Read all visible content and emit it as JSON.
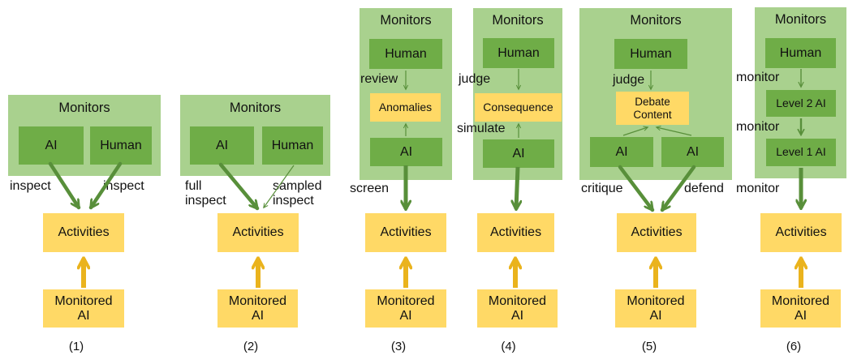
{
  "colors": {
    "panel_bg": "#a9d18e",
    "box_green": "#6fad47",
    "box_yellow": "#ffd966",
    "arrow_green": "#588f3a",
    "arrow_yellow": "#eab31d",
    "text": "#111111"
  },
  "panels": [
    {
      "caption": "(1)",
      "monitors": "Monitors",
      "ai": "AI",
      "human": "Human",
      "activities": "Activities",
      "monitored_ai": "Monitored AI",
      "label_left": "inspect",
      "label_right": "inspect"
    },
    {
      "caption": "(2)",
      "monitors": "Monitors",
      "ai": "AI",
      "human": "Human",
      "activities": "Activities",
      "monitored_ai": "Monitored AI",
      "label_left": "full inspect",
      "label_right": "sampled inspect"
    },
    {
      "caption": "(3)",
      "monitors": "Monitors",
      "human": "Human",
      "intermediate": "Anomalies",
      "ai": "AI",
      "activities": "Activities",
      "monitored_ai": "Monitored AI",
      "label_top": "review",
      "label_bottom": "screen"
    },
    {
      "caption": "(4)",
      "monitors": "Monitors",
      "human": "Human",
      "intermediate": "Consequence",
      "ai": "AI",
      "activities": "Activities",
      "monitored_ai": "Monitored AI",
      "label_top": "judge",
      "label_mid": "simulate"
    },
    {
      "caption": "(5)",
      "monitors": "Monitors",
      "human": "Human",
      "intermediate": "Debate Content",
      "ai_left": "AI",
      "ai_right": "AI",
      "activities": "Activities",
      "monitored_ai": "Monitored AI",
      "label_top": "judge",
      "label_left": "critique",
      "label_right": "defend"
    },
    {
      "caption": "(6)",
      "monitors": "Monitors",
      "human": "Human",
      "level2": "Level 2 AI",
      "level1": "Level 1 AI",
      "activities": "Activities",
      "monitored_ai": "Monitored AI",
      "label_top": "monitor",
      "label_mid": "monitor",
      "label_bottom": "monitor"
    }
  ]
}
